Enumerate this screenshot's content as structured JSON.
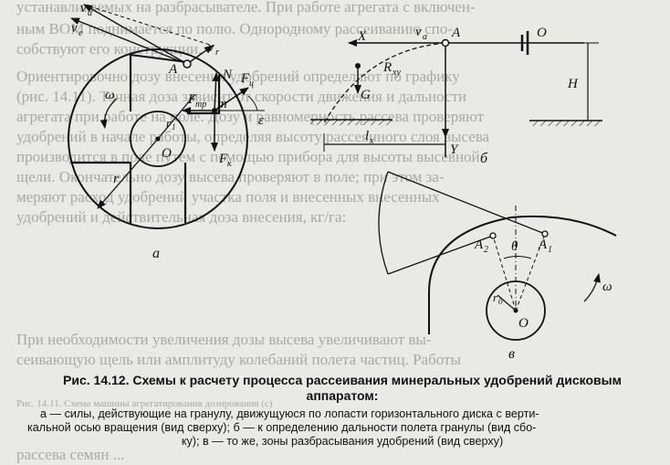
{
  "figure": {
    "caption_title": "Рис. 14.12. Схемы к расчету процесса рассеивания минеральных удобрений дисковым аппаратом:",
    "caption_lines": [
      "а — силы, действующие на гранулу, движущуюся по лопасти горизонтального диска с верти-",
      "кальной осью вращения (вид сверху); б — к определению дальности полета гранулы (вид сбо-",
      "ку); в — то же, зоны разбрасывания удобрений (вид сверху)"
    ],
    "panel_labels": {
      "a": "а",
      "b": "б",
      "v": "в"
    }
  },
  "panel_a": {
    "labels": {
      "va": "v",
      "va_sub": "a",
      "ve": "v",
      "ve_sub": "e",
      "vr": "v",
      "vr_sub": "r",
      "A": "A",
      "N": "N",
      "Fc": "F",
      "Fc_sub": "ц",
      "Ftr": "F",
      "Ftr_sub": "тр",
      "m": "m",
      "eps": "ε",
      "omega": "ω",
      "r1": "r",
      "r1_sub": "1",
      "O": "O",
      "Fk": "F",
      "Fk_sub": "к",
      "r": "r"
    }
  },
  "panel_b": {
    "labels": {
      "X": "X",
      "va": "v",
      "va_sub": "a",
      "A": "A",
      "O": "O",
      "Rxy": "R",
      "Rxy_sub": "xy",
      "H": "H",
      "G": "G",
      "lx": "l",
      "lx_sub": "x",
      "Y": "Y"
    }
  },
  "panel_v": {
    "labels": {
      "A2": "A",
      "A2_sub": "2",
      "A1": "A",
      "A1_sub": "1",
      "theta": "θ",
      "omega": "ω",
      "r0": "r",
      "r0_sub": "0",
      "O": "O"
    }
  },
  "background_text": [
    "устанавливаемых на разбрасывателе. При работе агрегата с включен-",
    "ным ВОМ поднимается по полю. Однородному рассеиванию спо-",
    "собствуют его конструкции.",
    "Ориентировочно дозу внесения удобрений определяют по графику",
    "(рис. 14.11). Точная доза зависит от скорости движения и дальности",
    "агрегата при работе на поле. Дозу и равномерность рассева проверяют",
    "удобрений в начале работы, определяя высоту рассеянного слоя высева",
    "производится в поле путем с помощью прибора для высоты высевной",
    "щели. Окончательно дозу высева проверяют в поле; при этом за-",
    "меряют расход удобрений участка поля и внесенных внесенных",
    "удобрений и действительная доза внесения, кг/га:"
  ],
  "background_footer": [
    "При необходимости увеличения дозы высева увеличивают вы-",
    "сеивающую щель или амплитуду колебаний полета частиц. Работы",
    "Рис. 14.11. Схема машины агрегатирования дозирования (с)",
    "рассева семян ..."
  ]
}
